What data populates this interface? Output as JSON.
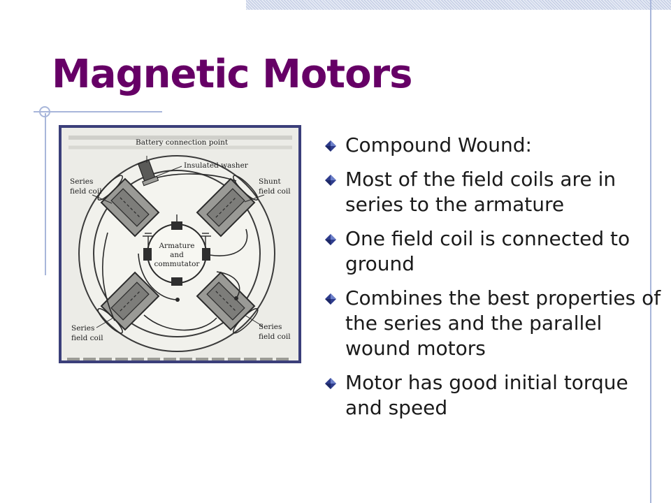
{
  "slide": {
    "title": "Magnetic Motors",
    "colors": {
      "title": "#660066",
      "accent_lines": "#a8b6da",
      "figure_border": "#3b3f7a",
      "bullet_icon": "#2e3c8c"
    }
  },
  "figure": {
    "labels": {
      "battery": "Battery connection point",
      "washer": "Insulated washer",
      "series_1": "Series",
      "series_1b": "field coil",
      "shunt": "Shunt",
      "shunt_b": "field coil",
      "armature_1": "Armature",
      "armature_2": "and",
      "armature_3": "commutator",
      "series_2": "Series",
      "series_2b": "field coil",
      "series_3": "Series",
      "series_3b": "field coil"
    }
  },
  "bullets": [
    {
      "icon": "diamond-bullet-icon",
      "text": "Compound Wound:"
    },
    {
      "icon": "diamond-bullet-icon",
      "text": "Most of the field coils are in series to the armature"
    },
    {
      "icon": "diamond-bullet-icon",
      "text": "One field coil is connected to ground"
    },
    {
      "icon": "diamond-bullet-icon",
      "text": "Combines the best properties of the series and the parallel wound motors"
    },
    {
      "icon": "diamond-bullet-icon",
      "text": "Motor has good initial torque and speed"
    }
  ]
}
